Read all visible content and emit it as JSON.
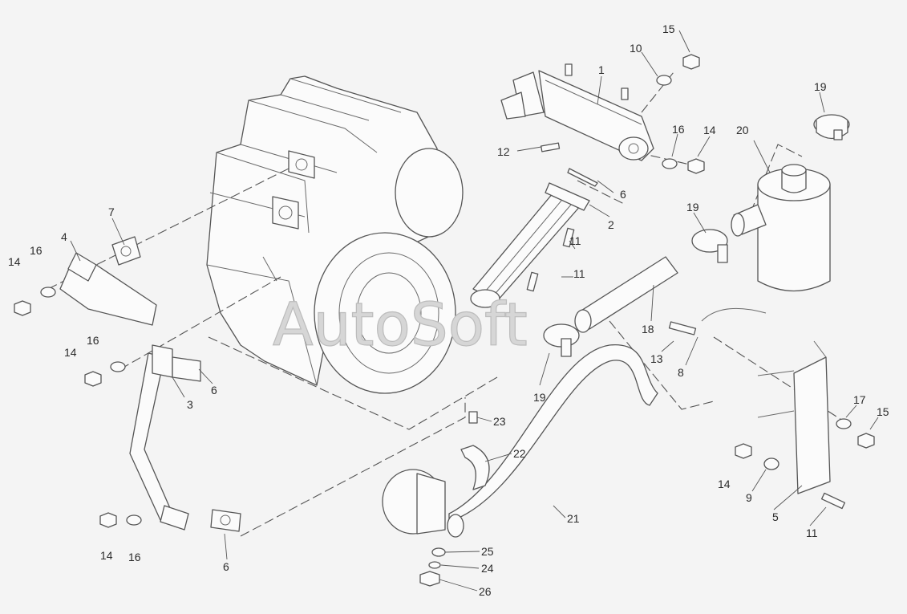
{
  "watermark": "AutoSoft",
  "callouts": [
    "1",
    "2",
    "3",
    "4",
    "5",
    "6",
    "6",
    "6",
    "7",
    "8",
    "9",
    "10",
    "11",
    "11",
    "11",
    "12",
    "13",
    "14",
    "14",
    "14",
    "14",
    "14",
    "15",
    "15",
    "16",
    "16",
    "16",
    "16",
    "17",
    "18",
    "19",
    "19",
    "19",
    "20",
    "21",
    "22",
    "23",
    "24",
    "25",
    "26"
  ],
  "parts": {
    "engine": "engine-block",
    "muffler": "muffler",
    "air_filter": "air-filter"
  }
}
